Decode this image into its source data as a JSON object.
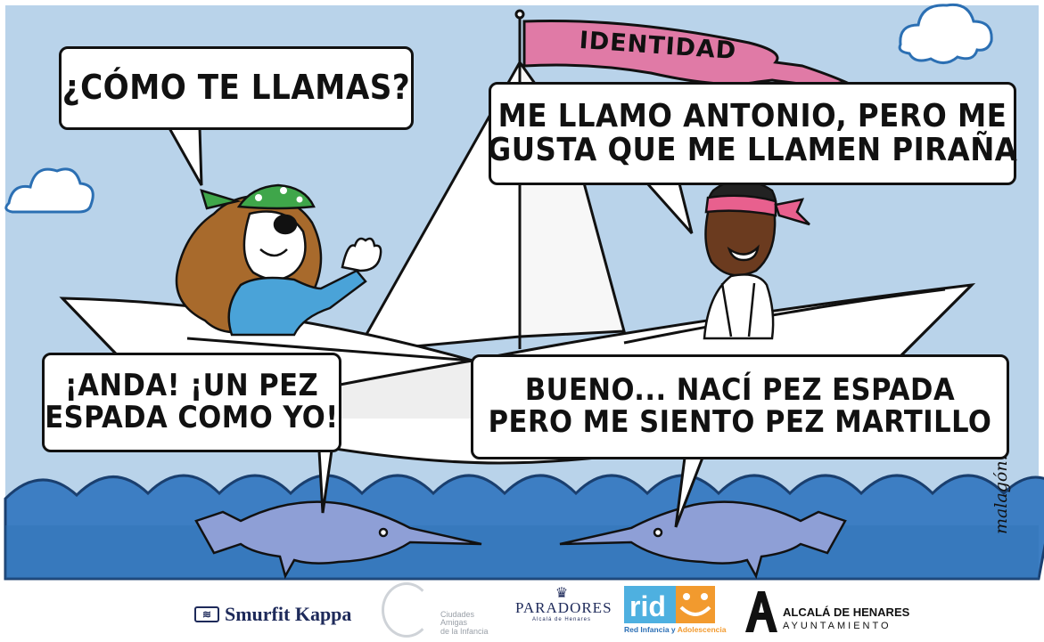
{
  "flag": {
    "text": "IDENTIDAD"
  },
  "bubbles": {
    "top_left": {
      "lines": [
        "¿CÓMO TE LLAMAS?"
      ]
    },
    "top_right": {
      "lines": [
        "ME LLAMO ANTONIO, PERO ME",
        "GUSTA QUE ME LLAMEN PIRAÑA"
      ]
    },
    "bottom_left": {
      "lines": [
        "¡ANDA! ¡UN PEZ",
        "ESPADA COMO YO!"
      ]
    },
    "bottom_right": {
      "lines": [
        "BUENO... NACÍ PEZ ESPADA",
        "PERO ME SIENTO PEZ MARTILLO"
      ]
    }
  },
  "signature": "malagón.",
  "logos": {
    "smurfit": {
      "name": "Smurfit Kappa",
      "icon": "smurfit-kappa-mark"
    },
    "ciudades": {
      "line1": "Ciudades",
      "line2": "Amigas",
      "line3": "de la Infancia"
    },
    "paradores": {
      "name": "PARADORES",
      "sub": "Alcalá de Henares",
      "icon": "crown-icon"
    },
    "rid": {
      "name": "rid",
      "tag_a": "Red ",
      "tag_b": "Infancia",
      "tag_c": " y ",
      "tag_d": "Adolescencia"
    },
    "alcala": {
      "line1": "ALCALÁ DE HENARES",
      "line2": "AYUNTAMIENTO",
      "icon": "alcala-a-icon"
    }
  },
  "colors": {
    "sky": "#b9d3ea",
    "sea": "#3d7ec3",
    "flag": "#e07aa6",
    "boat": "#ffffff",
    "fish": "#8e9fd6",
    "bandana_pirate": "#3fa64a",
    "headband": "#e8608e"
  }
}
